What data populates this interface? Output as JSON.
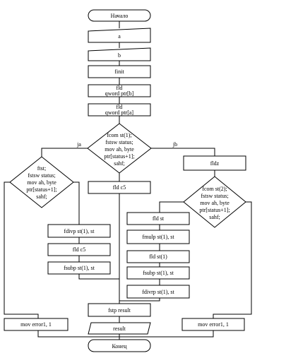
{
  "flowchart": {
    "start": "Начало",
    "end": "Конец",
    "input_a": "a",
    "input_b": "b",
    "finit": "finit",
    "fld_b": [
      "fld",
      "qword ptr[b]"
    ],
    "fld_a": [
      "fld",
      "qword ptr[a]"
    ],
    "decision_main": [
      "fcom st(1);",
      "fstsw status;",
      "mov ah, byte",
      "ptr[status+1];",
      "sahf;"
    ],
    "label_ja": "ja",
    "label_jb": "jb",
    "decision_left": [
      "ftst;",
      "fstsw status;",
      "mov ah, byte",
      "ptr[status+1];",
      "sahf;"
    ],
    "fld_c5_mid": "fld c5",
    "fldz": "fldz",
    "decision_right": [
      "fcom st(2);",
      "fstsw status;",
      "mov ah, byte",
      "ptr[status+1];",
      "sahf;"
    ],
    "fdivp": "fdivp st(1), st",
    "fld_c5_left": "fld c5",
    "fsubp_left": "fsubp st(1), st",
    "fld_st": "fld st",
    "fmulp": "fmulp st(1), st",
    "fld_st1": "fld st(1)",
    "fsubp_mid": "fsubp st(1), st",
    "fdivrp": "fdivrp st(1), st",
    "fstp_result": "fstp result",
    "output_result": "result",
    "error_left": "mov error1, 1",
    "error_right": "mov error1, 1"
  }
}
